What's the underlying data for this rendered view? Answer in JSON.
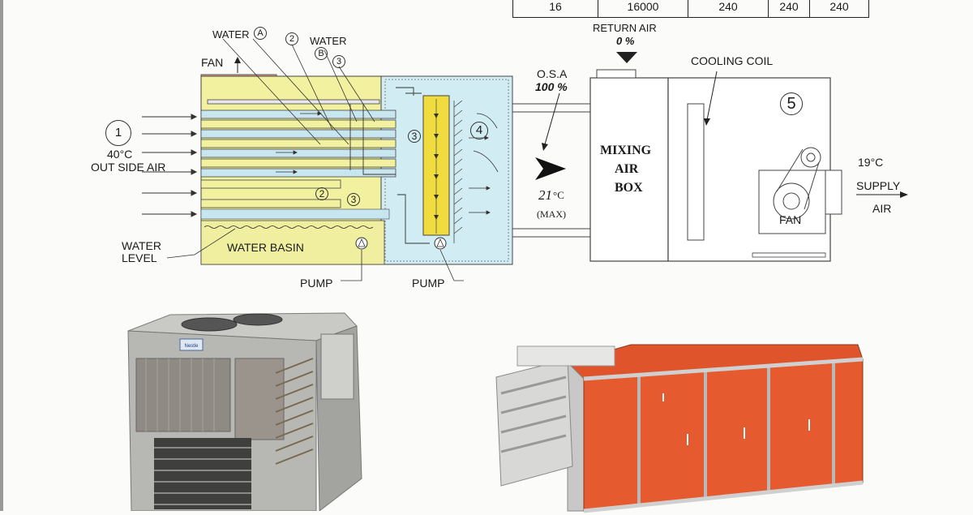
{
  "table": {
    "row": [
      "16",
      "16000",
      "240",
      "240",
      "240"
    ]
  },
  "labels": {
    "water_a": "WATER",
    "water_a_circle": "A",
    "num_2_top": "2",
    "water_b": "WATER",
    "water_b_circle": "B",
    "num_3_top": "3",
    "fan_top": "FAN",
    "point_1": "1",
    "temp_in": "40°C",
    "outside_air": "OUT SIDE AIR",
    "num_2_mid": "2",
    "num_3_mid": "3",
    "num_3_pad": "3",
    "num_4": "4",
    "water_level_1": "WATER",
    "water_level_2": "LEVEL",
    "water_basin": "WATER BASIN",
    "pump_1": "PUMP",
    "pump_2": "PUMP",
    "return_air": "RETURN AIR",
    "return_pct": "0 %",
    "osa": "O.S.A",
    "osa_pct": "100 %",
    "temp_mid_num": "21",
    "temp_mid_unit": "°C",
    "max": "(MAX)",
    "mixing_1": "MIXING",
    "mixing_2": "AIR",
    "mixing_3": "BOX",
    "cooling_coil": "COOLING COIL",
    "point_5": "5",
    "fan_ahu": "FAN",
    "temp_out": "19°C",
    "supply_1": "SUPPLY",
    "supply_2": "AIR",
    "badge_cooler": "Nestle"
  },
  "colors": {
    "pad_yellow": "#f2f1a0",
    "tank_blue": "#d2ecf3",
    "fan_salmon": "#eda58c",
    "yellow_pad_vertical": "#f0dc3c",
    "ahu_red": "#e55a2e",
    "cooler_grey": "#b7b7b4"
  }
}
